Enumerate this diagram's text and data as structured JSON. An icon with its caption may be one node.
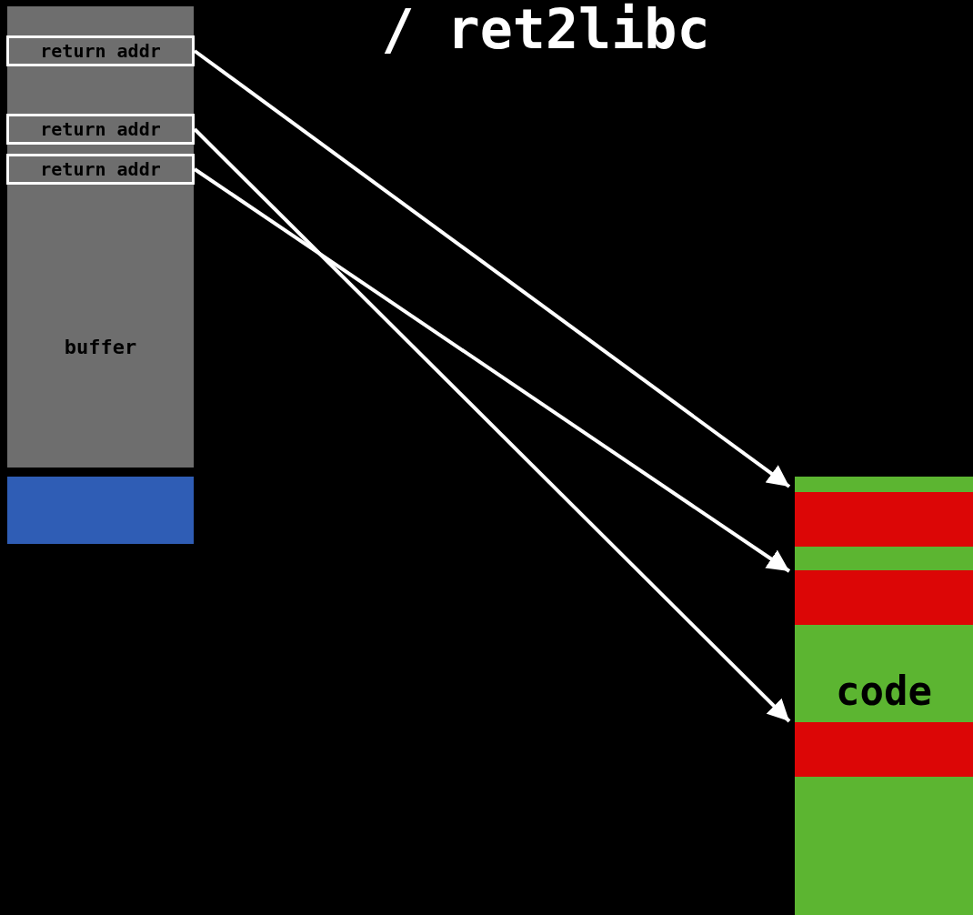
{
  "diagram": {
    "title": "/ ret2libc",
    "nodes": [
      {
        "text": [
          "buffer"
        ]
      },
      {
        "text": [
          "return addr"
        ],
        "in": 0
      },
      {
        "text": [
          "return addr"
        ],
        "in": 0
      },
      {
        "text": [
          "return addr"
        ],
        "in": 0
      },
      {
        "text": [],
        "shape": "bar"
      },
      {
        "text": [
          "code"
        ]
      },
      {
        "text": [],
        "shape": "bar",
        "in": 5
      },
      {
        "text": [],
        "shape": "bar",
        "in": 5
      },
      {
        "text": [],
        "shape": "bar",
        "in": 5
      }
    ],
    "edges": [
      {
        "from": 1,
        "to": 6,
        "arrow": "to"
      },
      {
        "from": 3,
        "to": 7,
        "arrow": "to"
      },
      {
        "from": 2,
        "to": 8,
        "arrow": "to"
      }
    ]
  }
}
